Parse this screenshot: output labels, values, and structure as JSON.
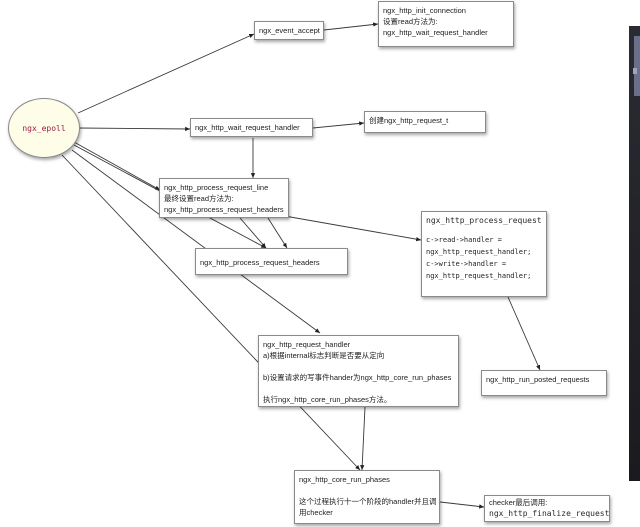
{
  "ngx_epoll": "ngx_epoll",
  "nodes": {
    "event_accept": [
      "ngx_event_accept"
    ],
    "init_connection": [
      "ngx_http_init_connection",
      "设置read方法为:",
      "ngx_http_wait_request_handler"
    ],
    "wait_request_handler": [
      "ngx_http_wait_request_handler"
    ],
    "create_request": [
      "创建ngx_http_request_t"
    ],
    "process_request_line": [
      "ngx_http_process_request_line",
      "最终设置read方法为:",
      "ngx_http_process_request_headers"
    ],
    "process_request_headers": [
      "ngx_http_process_request_headers"
    ],
    "process_request": {
      "title": "ngx_http_process_request",
      "lines": [
        "c->read->handler =",
        "ngx_http_request_handler;",
        "c->write->handler =",
        "ngx_http_request_handler;"
      ]
    },
    "request_handler": [
      "ngx_http_request_handler",
      "a)根据internal标志判断是否要从定向",
      "",
      "b)设置请求的写事件hander为ngx_http_core_run_phases",
      "",
      "执行ngx_http_core_run_phases方法。"
    ],
    "run_posted_requests": [
      "ngx_http_run_posted_requests"
    ],
    "core_run_phases": [
      "ngx_http_core_run_phases",
      "",
      "这个过程执行十一个阶段的handler并且调",
      "用checker"
    ],
    "finalize": {
      "label": "checker最后调用:",
      "name": "ngx_http_finalize_request"
    }
  }
}
